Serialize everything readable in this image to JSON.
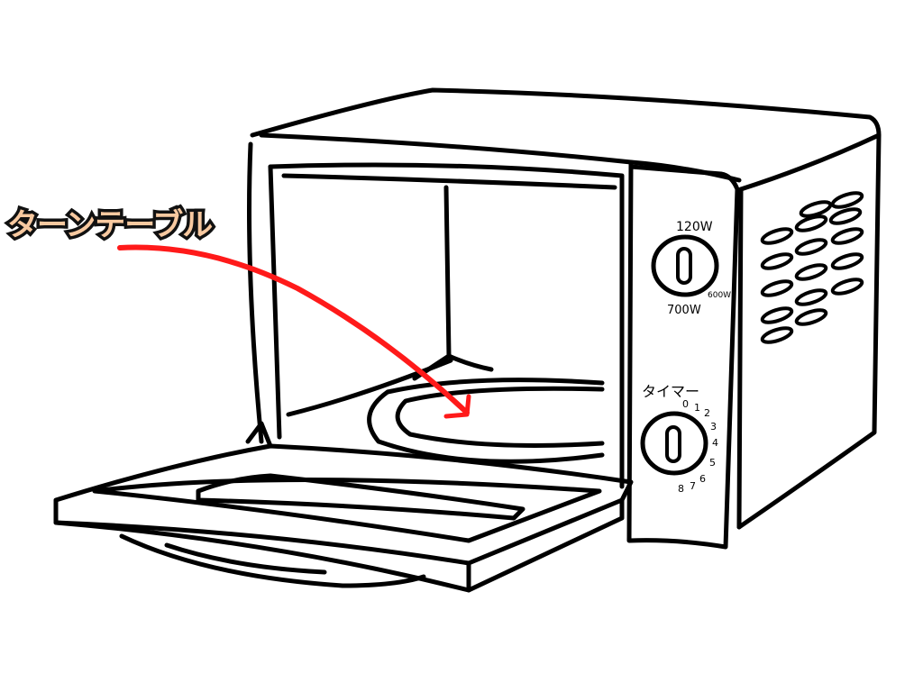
{
  "callout": {
    "label": "ターンテーブル",
    "arrow_color": "#ff1a1a",
    "label_fill": "#f8c9a0"
  },
  "power_dial": {
    "top_label": "120W",
    "right_label": "600W",
    "bottom_label": "700W"
  },
  "timer_dial": {
    "label": "タイマー",
    "ticks": [
      "0",
      "1",
      "2",
      "3",
      "4",
      "5",
      "6",
      "7",
      "8"
    ]
  }
}
